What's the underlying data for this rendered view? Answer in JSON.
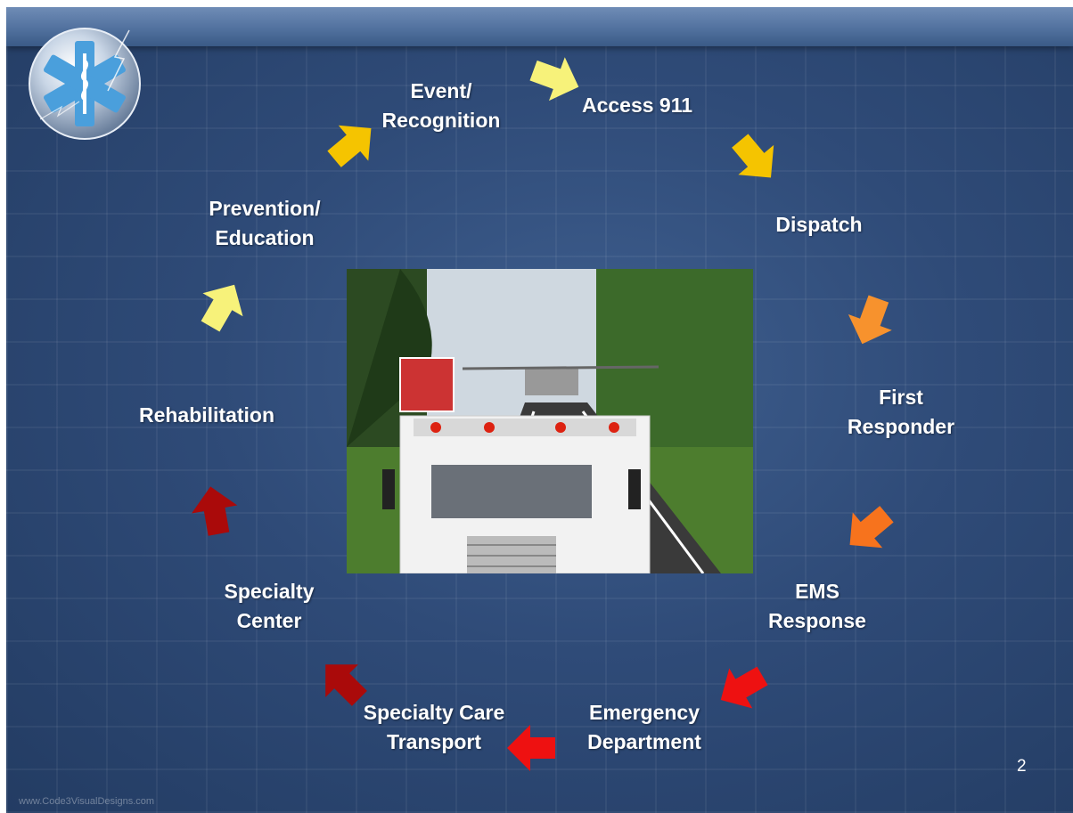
{
  "slide": {
    "page_number": "2",
    "watermark": "www.Code3VisualDesigns.com"
  },
  "cycle": [
    {
      "line1": "Event/",
      "line2": "Recognition"
    },
    {
      "line1": "Access 911",
      "line2": ""
    },
    {
      "line1": "Dispatch",
      "line2": ""
    },
    {
      "line1": "First",
      "line2": "Responder"
    },
    {
      "line1": "EMS",
      "line2": "Response"
    },
    {
      "line1": "Emergency",
      "line2": "Department"
    },
    {
      "line1": "Specialty Care",
      "line2": "Transport"
    },
    {
      "line1": "Specialty",
      "line2": "Center"
    },
    {
      "line1": "Rehabilitation",
      "line2": ""
    },
    {
      "line1": "Prevention/",
      "line2": "Education"
    }
  ],
  "arrows": [
    {
      "icon": "arrow-icon",
      "color": "#f7f27a"
    },
    {
      "icon": "arrow-icon",
      "color": "#f5c400"
    },
    {
      "icon": "arrow-icon",
      "color": "#f5c400"
    },
    {
      "icon": "arrow-icon",
      "color": "#f7922d"
    },
    {
      "icon": "arrow-icon",
      "color": "#f7731d"
    },
    {
      "icon": "arrow-icon",
      "color": "#ee1111"
    },
    {
      "icon": "arrow-icon",
      "color": "#ee1111"
    },
    {
      "icon": "arrow-icon",
      "color": "#aa0a0a"
    },
    {
      "icon": "arrow-icon",
      "color": "#aa0a0a"
    },
    {
      "icon": "arrow-icon",
      "color": "#f7f27a"
    }
  ],
  "colors": {
    "background": "#2f4b78",
    "text": "#ffffff"
  },
  "icons": {
    "emblem": "star-of-life-icon",
    "photo": "ambulance-photo"
  }
}
